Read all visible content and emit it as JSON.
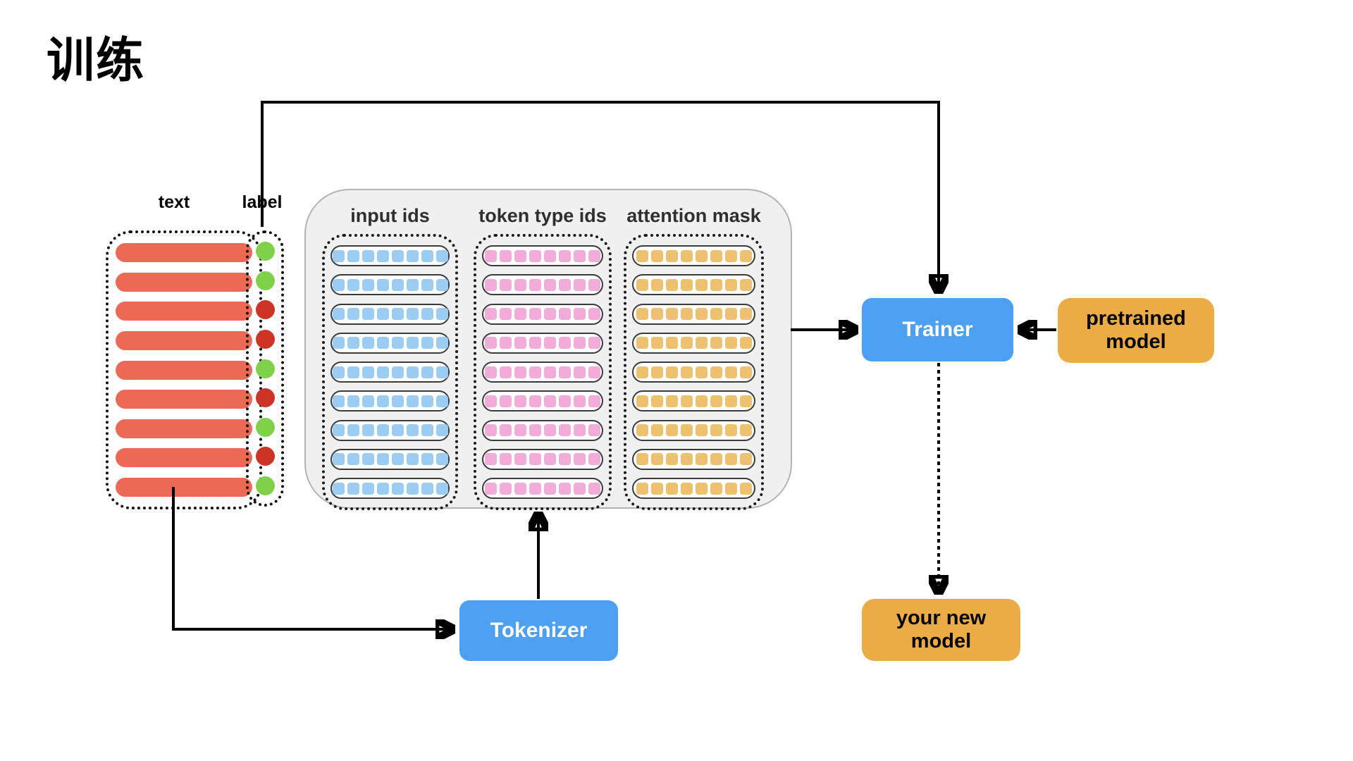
{
  "title": "训练",
  "left_panel": {
    "text_header": "text",
    "label_header": "label",
    "rows": 9,
    "label_sequence": [
      "green",
      "green",
      "red",
      "red",
      "green",
      "red",
      "green",
      "red",
      "green"
    ]
  },
  "batch_panel": {
    "rows": 9,
    "squares_per_row": 8,
    "columns": [
      {
        "id": "input-ids",
        "label": "input ids",
        "square_color": "#9bcdf3"
      },
      {
        "id": "token-type-ids",
        "label": "token type ids",
        "square_color": "#f2acda"
      },
      {
        "id": "attention-mask",
        "label": "attention mask",
        "square_color": "#eec171"
      }
    ]
  },
  "nodes": {
    "trainer": "Trainer",
    "tokenizer": "Tokenizer",
    "pretrained_model": "pretrained model",
    "your_new_model": "your new model"
  },
  "colors": {
    "text_bar": "#ec6a55",
    "label_green": "#7fd14b",
    "label_red": "#cd3425",
    "process_box": "#4d9ff2",
    "model_box": "#ecac45",
    "panel_bg": "#f0f0f0",
    "line": "#000000"
  }
}
